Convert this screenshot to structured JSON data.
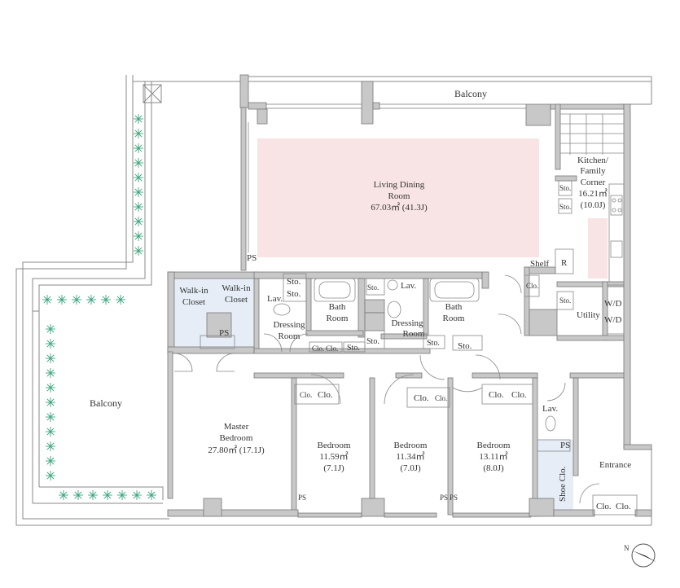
{
  "balcony_top": "Balcony",
  "balcony_left": "Balcony",
  "living": {
    "name": "Living Dining",
    "name2": "Room",
    "area": "67.03㎡ (41.3J)"
  },
  "kitchen": {
    "line1": "Kitchen/",
    "line2": "Family",
    "line3": "Corner",
    "area": "16.21㎡",
    "jo": "(10.0J)"
  },
  "walkin_1": {
    "line1": "Walk-in",
    "line2": "Closet"
  },
  "walkin_2": {
    "line1": "Walk-in",
    "line2": "Closet"
  },
  "master": {
    "line1": "Master",
    "line2": "Bedroom",
    "area": "27.80㎡ (17.1J)"
  },
  "bedroom_1": {
    "name": "Bedroom",
    "area": "11.59㎡",
    "jo": "(7.1J)"
  },
  "bedroom_2": {
    "name": "Bedroom",
    "area": "11.34㎡",
    "jo": "(7.0J)"
  },
  "bedroom_3": {
    "name": "Bedroom",
    "area": "13.11㎡",
    "jo": "(8.0J)"
  },
  "bath_1": {
    "line1": "Bath",
    "line2": "Room"
  },
  "bath_2": {
    "line1": "Bath",
    "line2": "Room"
  },
  "dressing_1": {
    "line1": "Dressing",
    "line2": "Room"
  },
  "dressing_2": {
    "line1": "Dressing",
    "line2": "Room"
  },
  "labels": {
    "lav": "Lav.",
    "sto": "Sto.",
    "clo": "Clo.",
    "ps": "PS",
    "shelf": "Shelf",
    "r": "R",
    "utility": "Utility",
    "wd": "W/D",
    "entrance": "Entrance",
    "shoe_clo": "Shoe Clo.",
    "north": "N"
  },
  "colors": {
    "wall": "#c8c8c8",
    "wall_stroke": "#777777",
    "living_fill": "#f8e4e4",
    "closet_fill": "#e6edf6",
    "planter": "#3aa57c",
    "line": "#888888"
  }
}
